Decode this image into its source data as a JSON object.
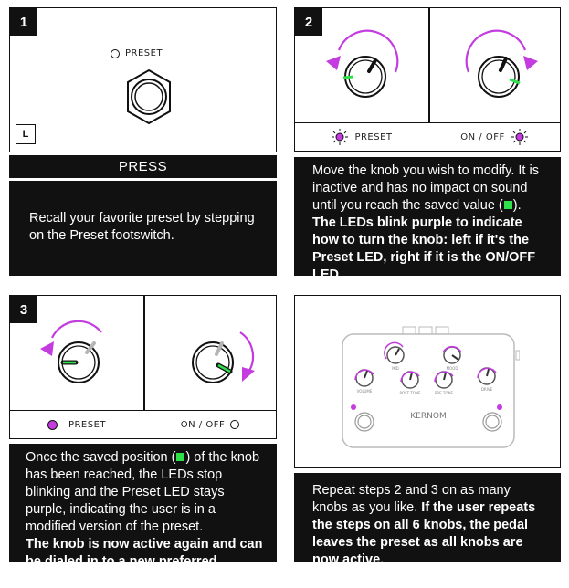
{
  "steps": {
    "one": {
      "badge": "1",
      "preset_label": "PRESET",
      "corner_label": "L",
      "press_label": "PRESS",
      "text": "Recall your favorite preset by stepping on the Preset footswitch."
    },
    "two": {
      "badge": "2",
      "preset_label": "PRESET",
      "onoff_label": "ON / OFF",
      "text_normal_a": "Move the knob you wish to modify. It is inactive and has no impact on sound until you reach the saved value (",
      "text_normal_b": ").",
      "text_bold": "The LEDs blink purple to indicate how to turn the knob: left if it's the Preset LED, right if it is the ON/OFF LED."
    },
    "three": {
      "badge": "3",
      "preset_label": "PRESET",
      "onoff_label": "ON / OFF",
      "text_normal_a": "Once the saved position (",
      "text_normal_b": ") of the knob has been reached, the LEDs stop blinking and the Preset LED stays purple, indicating the user is in a modified version of the preset.",
      "text_bold": "The knob is now active again and can be dialed in to a new preferred setting."
    },
    "four": {
      "pedal_labels": {
        "volume": "VOLUME",
        "mid": "MID",
        "mood": "MOOD",
        "post_tone": "POST TONE",
        "pre_tone": "PRE TONE",
        "drive": "DRIVE",
        "brand": "KERNOM"
      },
      "text_normal": "Repeat steps 2 and 3 on as many knobs as you like.",
      "text_bold": "If the user repeats the steps on all 6 knobs, the pedal leaves the preset as all knobs are now active."
    }
  },
  "colors": {
    "purple": "#c43be0",
    "green": "#2fe04a",
    "black": "#111111",
    "grey": "#b5b5b5"
  },
  "icons": [
    "preset-led-icon",
    "footswitch-icon",
    "knob-icon",
    "blinking-led-icon",
    "rotate-arrow-icon",
    "pedal-illustration"
  ]
}
